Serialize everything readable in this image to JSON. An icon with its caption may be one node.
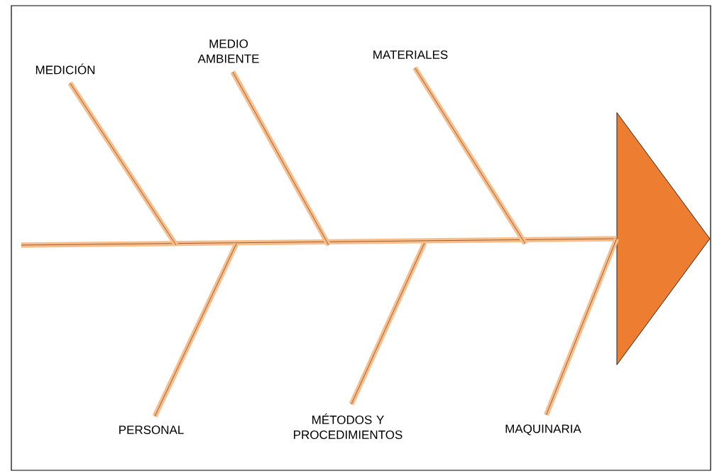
{
  "diagram": {
    "nodes": [
      {
        "text": [
          "MEDICIÓN"
        ]
      },
      {
        "text": [
          "MEDIO AMBIENTE"
        ]
      },
      {
        "text": [
          "MATERIALES"
        ]
      },
      {
        "text": [
          "PERSONAL"
        ]
      },
      {
        "text": [
          "MÉTODOS Y PROCEDIMIENTOS"
        ]
      },
      {
        "text": [
          "MAQUINARIA"
        ]
      },
      {
        "text": [],
        "shape": "triangle"
      }
    ],
    "edges": [
      {
        "from": null,
        "to": 6,
        "arrow": "none"
      },
      {
        "from": 0,
        "to": null,
        "arrow": "none"
      },
      {
        "from": 1,
        "to": null,
        "arrow": "none"
      },
      {
        "from": 2,
        "to": null,
        "arrow": "none"
      },
      {
        "from": 3,
        "to": null,
        "arrow": "none"
      },
      {
        "from": 4,
        "to": null,
        "arrow": "none"
      },
      {
        "from": 5,
        "to": 6,
        "arrow": "none"
      }
    ]
  }
}
